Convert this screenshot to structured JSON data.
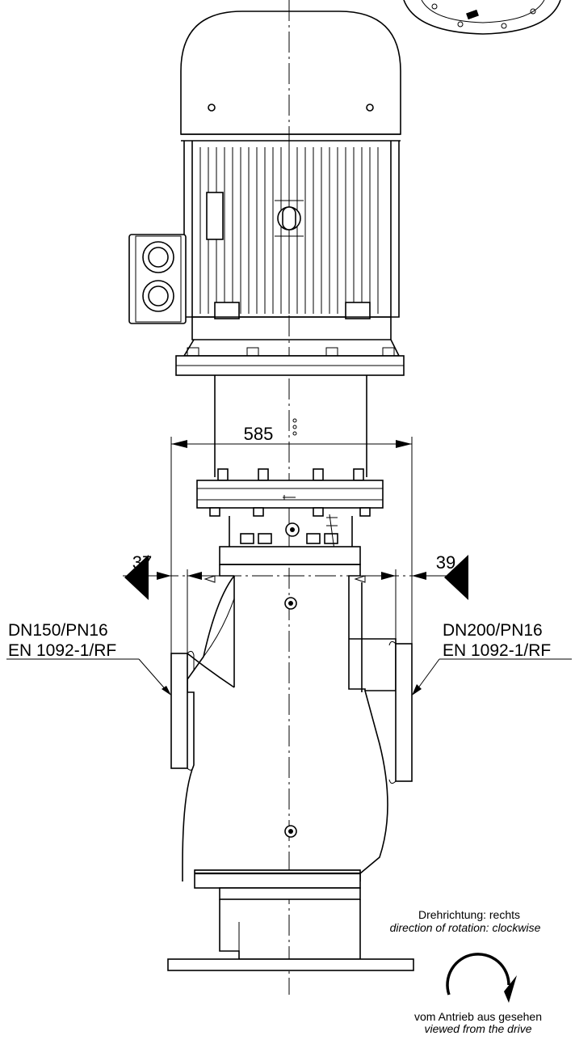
{
  "dimensions": {
    "overall_width": "585",
    "left_offset": "37",
    "right_offset": "39"
  },
  "flanges": {
    "suction": {
      "size": "DN150/PN16",
      "standard": "EN 1092-1/RF"
    },
    "discharge": {
      "size": "DN200/PN16",
      "standard": "EN 1092-1/RF"
    }
  },
  "rotation": {
    "label_de": "Drehrichtung: rechts",
    "label_en": "direction of rotation: clockwise",
    "note_de": "vom Antrieb aus gesehen",
    "note_en": "viewed from the drive"
  },
  "icons": {
    "rotation": "clockwise-arrow-icon",
    "flow": "flow-arrow-icon",
    "direction": "triangle-pointer-icon"
  },
  "colors": {
    "line": "#000000",
    "background": "#ffffff"
  }
}
